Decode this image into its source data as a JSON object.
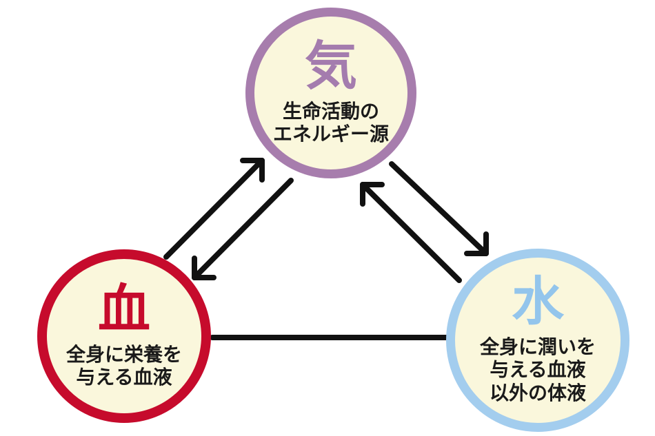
{
  "diagram": {
    "title": "",
    "background_color": "#ffffff",
    "arrow_color": "#111111",
    "nodes": [
      {
        "id": "ki",
        "label": "気",
        "description_lines": [
          "生命活動の",
          "エネルギー源"
        ],
        "border_color": "#a77dad",
        "label_color": "#a47cae",
        "fill_color": "#faf7dc"
      },
      {
        "id": "ketsu",
        "label": "血",
        "description_lines": [
          "全身に栄養を",
          "与える血液"
        ],
        "border_color": "#c60b2c",
        "label_color": "#c60b2c",
        "fill_color": "#faf7dc"
      },
      {
        "id": "sui",
        "label": "水",
        "description_lines": [
          "全身に潤いを",
          "与える血液",
          "以外の体液"
        ],
        "border_color": "#a3cdee",
        "label_color": "#93c5ec",
        "fill_color": "#faf7dc"
      }
    ],
    "connections": [
      {
        "from": "ketsu",
        "to": "ki",
        "style": "arrow"
      },
      {
        "from": "ki",
        "to": "ketsu",
        "style": "arrow"
      },
      {
        "from": "sui",
        "to": "ki",
        "style": "arrow"
      },
      {
        "from": "ki",
        "to": "sui",
        "style": "arrow"
      },
      {
        "from": "ketsu",
        "to": "sui",
        "style": "line"
      }
    ]
  }
}
